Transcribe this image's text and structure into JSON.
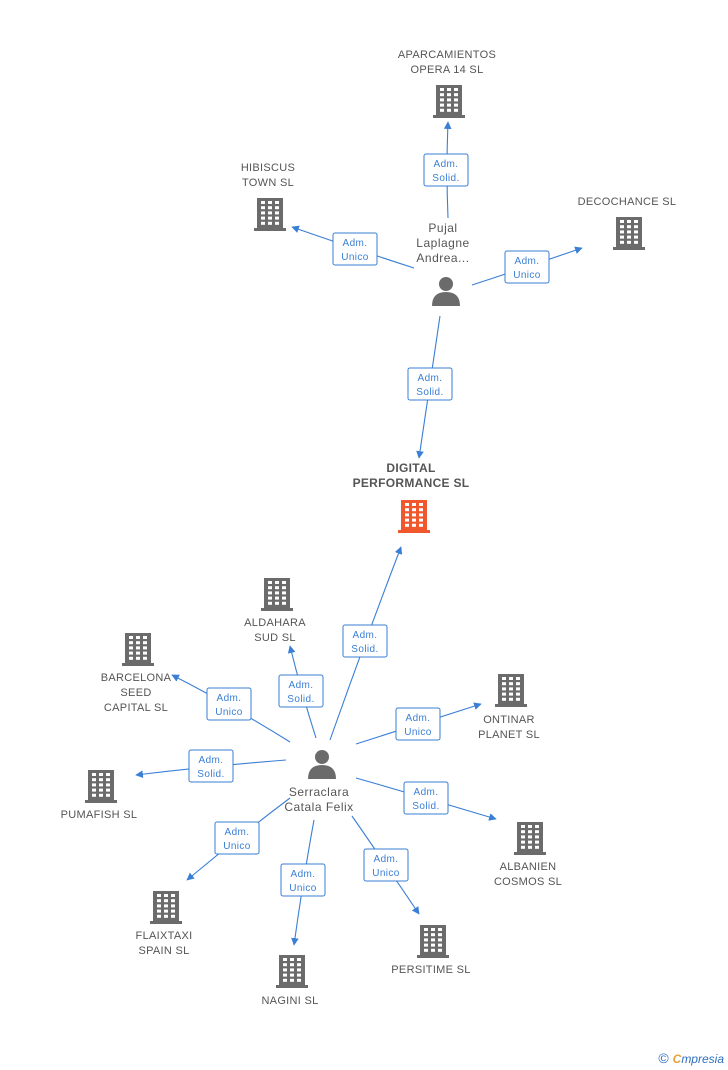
{
  "main_company": {
    "id": "digital",
    "lines": [
      "DIGITAL",
      "PERFORMANCE SL"
    ],
    "color": "#f0572d"
  },
  "persons": [
    {
      "id": "pujal",
      "lines": [
        "Pujal",
        "Laplagne",
        "Andrea..."
      ]
    },
    {
      "id": "serraclara",
      "lines": [
        "Serraclara",
        "Catala Felix"
      ]
    }
  ],
  "companies": [
    {
      "id": "aparcamientos",
      "lines": [
        "APARCAMIENTOS",
        "OPERA 14  SL"
      ]
    },
    {
      "id": "hibiscus",
      "lines": [
        "HIBISCUS",
        "TOWN SL"
      ]
    },
    {
      "id": "decochance",
      "lines": [
        "DECOCHANCE SL"
      ]
    },
    {
      "id": "aldahara",
      "lines": [
        "ALDAHARA",
        "SUD SL"
      ]
    },
    {
      "id": "barcelona",
      "lines": [
        "BARCELONA",
        "SEED",
        "CAPITAL SL"
      ]
    },
    {
      "id": "ontinar",
      "lines": [
        "ONTINAR",
        "PLANET SL"
      ]
    },
    {
      "id": "pumafish",
      "lines": [
        "PUMAFISH SL"
      ]
    },
    {
      "id": "albanien",
      "lines": [
        "ALBANIEN",
        "COSMOS SL"
      ]
    },
    {
      "id": "flaixtaxi",
      "lines": [
        "FLAIXTAXI",
        "SPAIN SL"
      ]
    },
    {
      "id": "nagini",
      "lines": [
        "NAGINI SL"
      ]
    },
    {
      "id": "persitime",
      "lines": [
        "PERSITIME SL"
      ]
    }
  ],
  "edges": [
    {
      "from": "pujal",
      "to": "aparcamientos",
      "label": [
        "Adm.",
        "Solid."
      ]
    },
    {
      "from": "pujal",
      "to": "hibiscus",
      "label": [
        "Adm.",
        "Unico"
      ]
    },
    {
      "from": "pujal",
      "to": "decochance",
      "label": [
        "Adm.",
        "Unico"
      ]
    },
    {
      "from": "pujal",
      "to": "digital",
      "label": [
        "Adm.",
        "Solid."
      ]
    },
    {
      "from": "serraclara",
      "to": "digital",
      "label": [
        "Adm.",
        "Solid."
      ]
    },
    {
      "from": "serraclara",
      "to": "aldahara",
      "label": [
        "Adm.",
        "Solid."
      ]
    },
    {
      "from": "serraclara",
      "to": "barcelona",
      "label": [
        "Adm.",
        "Unico"
      ]
    },
    {
      "from": "serraclara",
      "to": "ontinar",
      "label": [
        "Adm.",
        "Unico"
      ]
    },
    {
      "from": "serraclara",
      "to": "pumafish",
      "label": [
        "Adm.",
        "Solid."
      ]
    },
    {
      "from": "serraclara",
      "to": "albanien",
      "label": [
        "Adm.",
        "Solid."
      ]
    },
    {
      "from": "serraclara",
      "to": "flaixtaxi",
      "label": [
        "Adm.",
        "Unico"
      ]
    },
    {
      "from": "serraclara",
      "to": "nagini",
      "label": [
        "Adm.",
        "Unico"
      ]
    },
    {
      "from": "serraclara",
      "to": "persitime",
      "label": [
        "Adm.",
        "Unico"
      ]
    }
  ],
  "colors": {
    "edge": "#3a7fd5",
    "building": "#6b6b6b",
    "person": "#6b6b6b",
    "highlight": "#f0572d"
  },
  "footer": {
    "copyright": "©",
    "brand_e": "C",
    "brand_rest": "mpresia"
  }
}
